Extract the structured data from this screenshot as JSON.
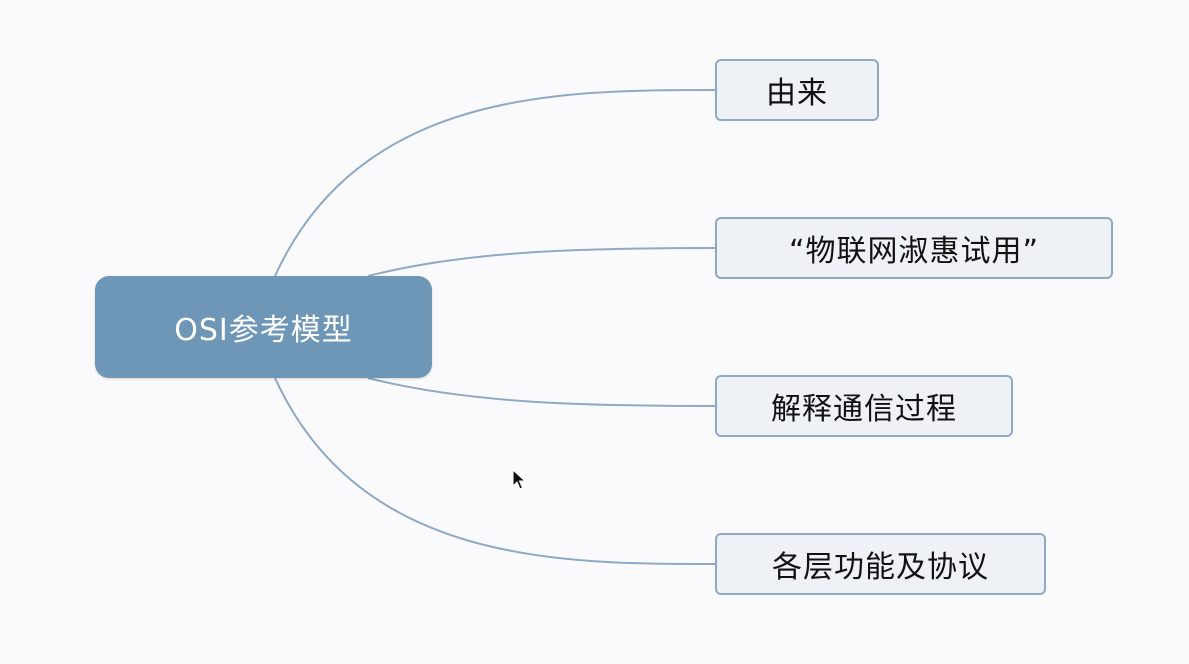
{
  "root": {
    "label": "OSI参考模型"
  },
  "branches": [
    {
      "label": "由来"
    },
    {
      "label": "“物联网淑惠试用”"
    },
    {
      "label": "解释通信过程"
    },
    {
      "label": "各层功能及协议"
    }
  ],
  "colors": {
    "root_fill": "#6e96b6",
    "node_fill": "#eef1f6",
    "node_border": "#8fa9c3",
    "connector": "#8fa9c3"
  },
  "icons": {
    "cursor": "mouse-pointer-icon"
  }
}
